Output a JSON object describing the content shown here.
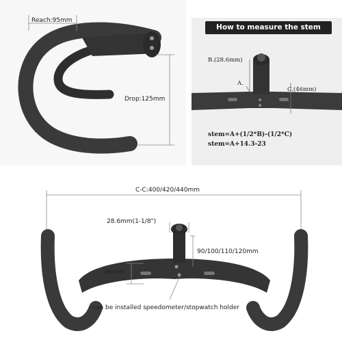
{
  "side_view": {
    "reach_label": "Reach:95mm",
    "drop_label": "Drop:125mm"
  },
  "stem_guide": {
    "title": "How to measure the stem",
    "label_b": "B.(28.6mm)",
    "label_a": "A.",
    "label_c": "C.(46mm)",
    "formula_1": "stem=A+(1/2*B)-(1/2*C)",
    "formula_2": "stem=A+14.3-23"
  },
  "front_view": {
    "width_label": "C-C:400/420/440mm",
    "clamp_label": "28.6mm(1-1/8\")",
    "stem_length_label": "90/100/110/120mm",
    "height_label": "46mm",
    "holder_note": "can be installed speedometer/stopwatch holder"
  },
  "colors": {
    "carbon": "#3a3a3a",
    "carbon_dark": "#262626",
    "panel_bg": "#f2f2f2",
    "dimension_line": "#888888"
  }
}
